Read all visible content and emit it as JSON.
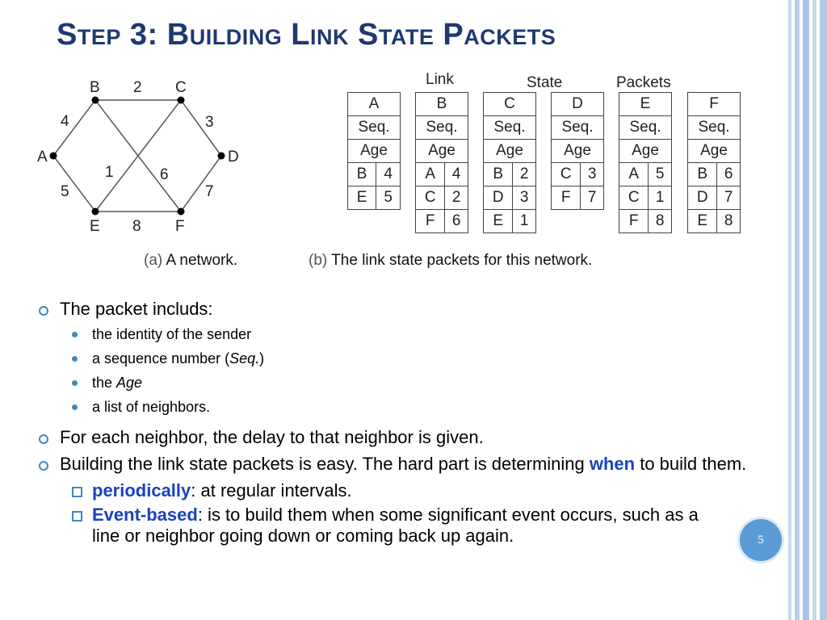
{
  "title": "Step 3: Building Link State Packets",
  "network": {
    "nodes": [
      "A",
      "B",
      "C",
      "D",
      "E",
      "F"
    ],
    "edges": [
      {
        "from": "B",
        "to": "C",
        "weight": "2"
      },
      {
        "from": "A",
        "to": "B",
        "weight": "4"
      },
      {
        "from": "C",
        "to": "D",
        "weight": "3"
      },
      {
        "from": "A",
        "to": "E",
        "weight": "5"
      },
      {
        "from": "D",
        "to": "F",
        "weight": "7"
      },
      {
        "from": "E",
        "to": "F",
        "weight": "8"
      },
      {
        "from": "C",
        "to": "E",
        "weight": "1"
      },
      {
        "from": "B",
        "to": "F",
        "weight": "6"
      }
    ]
  },
  "packets_header": [
    "Link",
    "State",
    "Packets"
  ],
  "packets": [
    {
      "name": "A",
      "seq": "Seq.",
      "age": "Age",
      "neighbors": [
        [
          "B",
          "4"
        ],
        [
          "E",
          "5"
        ]
      ]
    },
    {
      "name": "B",
      "seq": "Seq.",
      "age": "Age",
      "neighbors": [
        [
          "A",
          "4"
        ],
        [
          "C",
          "2"
        ],
        [
          "F",
          "6"
        ]
      ]
    },
    {
      "name": "C",
      "seq": "Seq.",
      "age": "Age",
      "neighbors": [
        [
          "B",
          "2"
        ],
        [
          "D",
          "3"
        ],
        [
          "E",
          "1"
        ]
      ]
    },
    {
      "name": "D",
      "seq": "Seq.",
      "age": "Age",
      "neighbors": [
        [
          "C",
          "3"
        ],
        [
          "F",
          "7"
        ]
      ]
    },
    {
      "name": "E",
      "seq": "Seq.",
      "age": "Age",
      "neighbors": [
        [
          "A",
          "5"
        ],
        [
          "C",
          "1"
        ],
        [
          "F",
          "8"
        ]
      ]
    },
    {
      "name": "F",
      "seq": "Seq.",
      "age": "Age",
      "neighbors": [
        [
          "B",
          "6"
        ],
        [
          "D",
          "7"
        ],
        [
          "E",
          "8"
        ]
      ]
    }
  ],
  "captions": {
    "a_label": "(a)",
    "a_text": "A network.",
    "b_label": "(b)",
    "b_text": "The link state packets for this network."
  },
  "bullets": {
    "b1": "The packet includs:",
    "b1_sub": [
      "the identity of the sender",
      "a sequence number (",
      "Seq.",
      ")",
      "the ",
      "Age",
      "a list of neighbors."
    ],
    "b2": "For each neighbor, the delay to that neighbor is given.",
    "b3_pre": "Building the link state packets is easy. The hard part is determining ",
    "b3_hl": "when",
    "b3_post": " to build them.",
    "sub1_hl": "periodically",
    "sub1_text": ": at regular intervals.",
    "sub2_hl": "Event-based",
    "sub2_text": ": is to build them when some significant event occurs, such as a line or neighbor going down or coming back up again."
  },
  "page_number": "5",
  "colors": {
    "title": "#1f3870",
    "accent": "#3f86c1",
    "highlight": "#1a41c0",
    "badge": "#5b9bd5"
  }
}
